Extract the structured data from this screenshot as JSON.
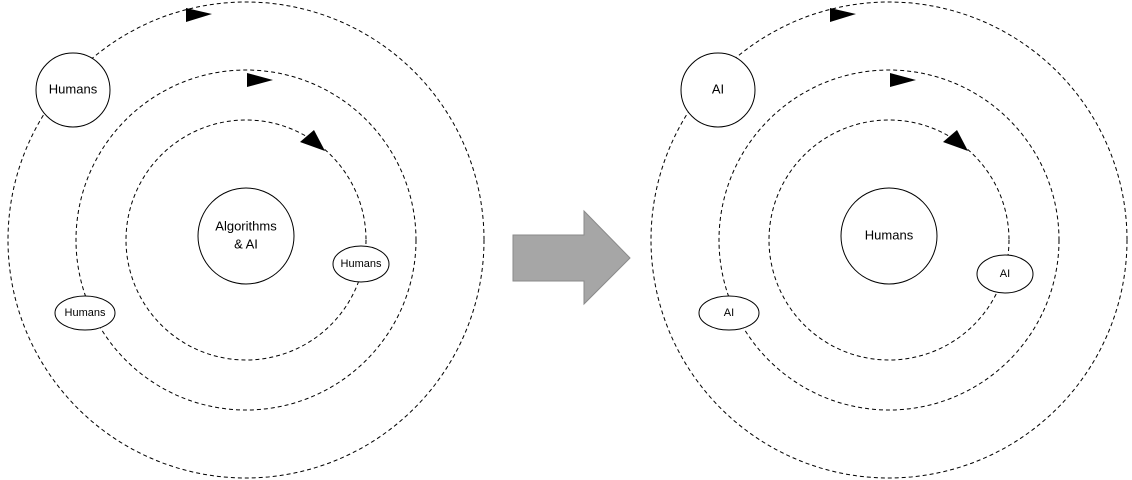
{
  "before": {
    "center_label_line1": "Algorithms",
    "center_label_line2": "& AI",
    "outer_node_label": "Humans",
    "middle_node_label": "Humans",
    "inner_node_label": "Humans"
  },
  "after": {
    "center_label": "Humans",
    "outer_node_label": "AI",
    "middle_node_label": "AI",
    "inner_node_label": "AI"
  },
  "colors": {
    "transition_arrow": "#a6a6a6"
  }
}
